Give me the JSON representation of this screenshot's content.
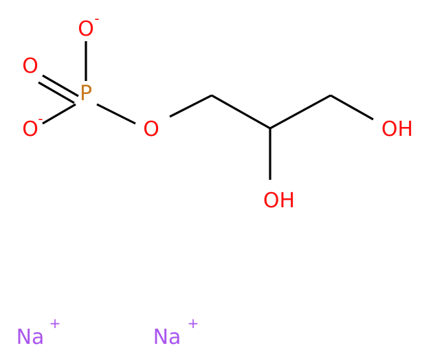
{
  "molecule": {
    "atoms": {
      "o_top": {
        "symbol": "O",
        "charge": "-",
        "color": "#ff0d0d"
      },
      "o_dbl": {
        "symbol": "O",
        "charge": "",
        "color": "#ff0d0d"
      },
      "phosphorus": {
        "symbol": "P",
        "charge": "",
        "color": "#c87920"
      },
      "o_bottom": {
        "symbol": "O",
        "charge": "-",
        "color": "#ff0d0d"
      },
      "o_ester": {
        "symbol": "O",
        "charge": "",
        "color": "#ff0d0d"
      },
      "oh_right": {
        "symbol": "OH",
        "charge": "",
        "color": "#ff0d0d"
      },
      "oh_lower": {
        "symbol": "OH",
        "charge": "",
        "color": "#ff0d0d"
      }
    },
    "counterions": [
      {
        "symbol": "Na",
        "charge": "+",
        "color": "#aa55ee"
      },
      {
        "symbol": "Na",
        "charge": "+",
        "color": "#aa55ee"
      }
    ],
    "bond_color": "#000000",
    "background": "#ffffff"
  }
}
